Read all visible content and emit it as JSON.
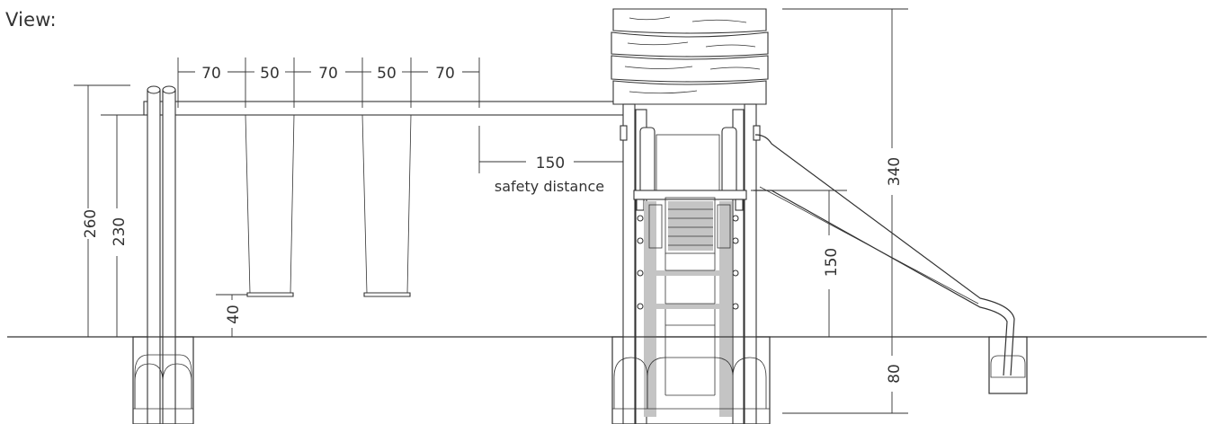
{
  "title": "View:",
  "dimensions": {
    "swing_spacing": [
      "70",
      "50",
      "70",
      "50",
      "70"
    ],
    "beam_height_total": "260",
    "beam_height": "230",
    "seat_height": "40",
    "safety_distance_value": "150",
    "safety_distance_label": "safety distance",
    "platform_height": "150",
    "tower_height": "340",
    "foundation_depth": "80"
  },
  "colors": {
    "line": "#333333",
    "ladder_fill": "#c4c4c4",
    "background": "#ffffff"
  }
}
